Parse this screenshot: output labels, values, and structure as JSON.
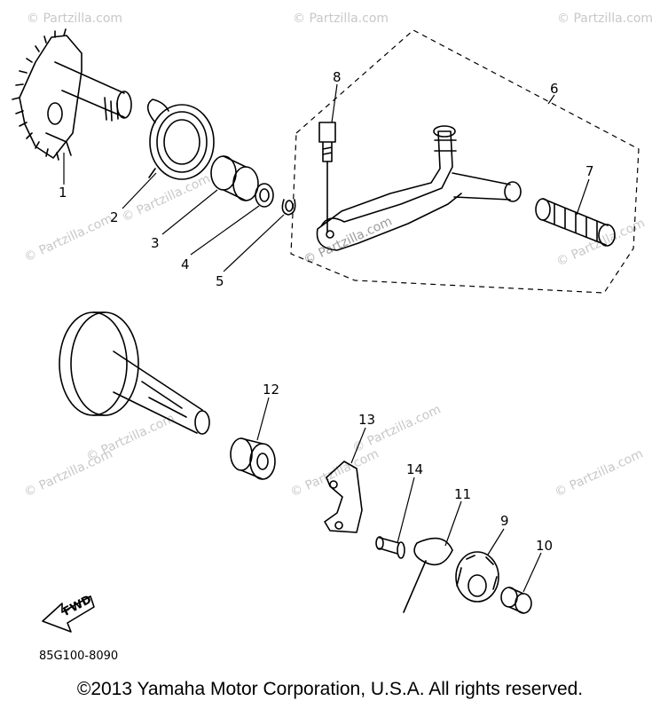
{
  "watermarks": {
    "text": "© Partzilla.com",
    "inset_text": "© Partzilla.com"
  },
  "callouts": {
    "p1": "1",
    "p2": "2",
    "p3": "3",
    "p4": "4",
    "p5": "5",
    "p6": "6",
    "p7": "7",
    "p8": "8",
    "p9": "9",
    "p10": "10",
    "p11": "11",
    "p12": "12",
    "p13": "13",
    "p14": "14"
  },
  "fwd_label": "FWD",
  "diagram_code": "85G100-8090",
  "copyright": "©2013 Yamaha Motor Corporation, U.S.A. All rights reserved."
}
